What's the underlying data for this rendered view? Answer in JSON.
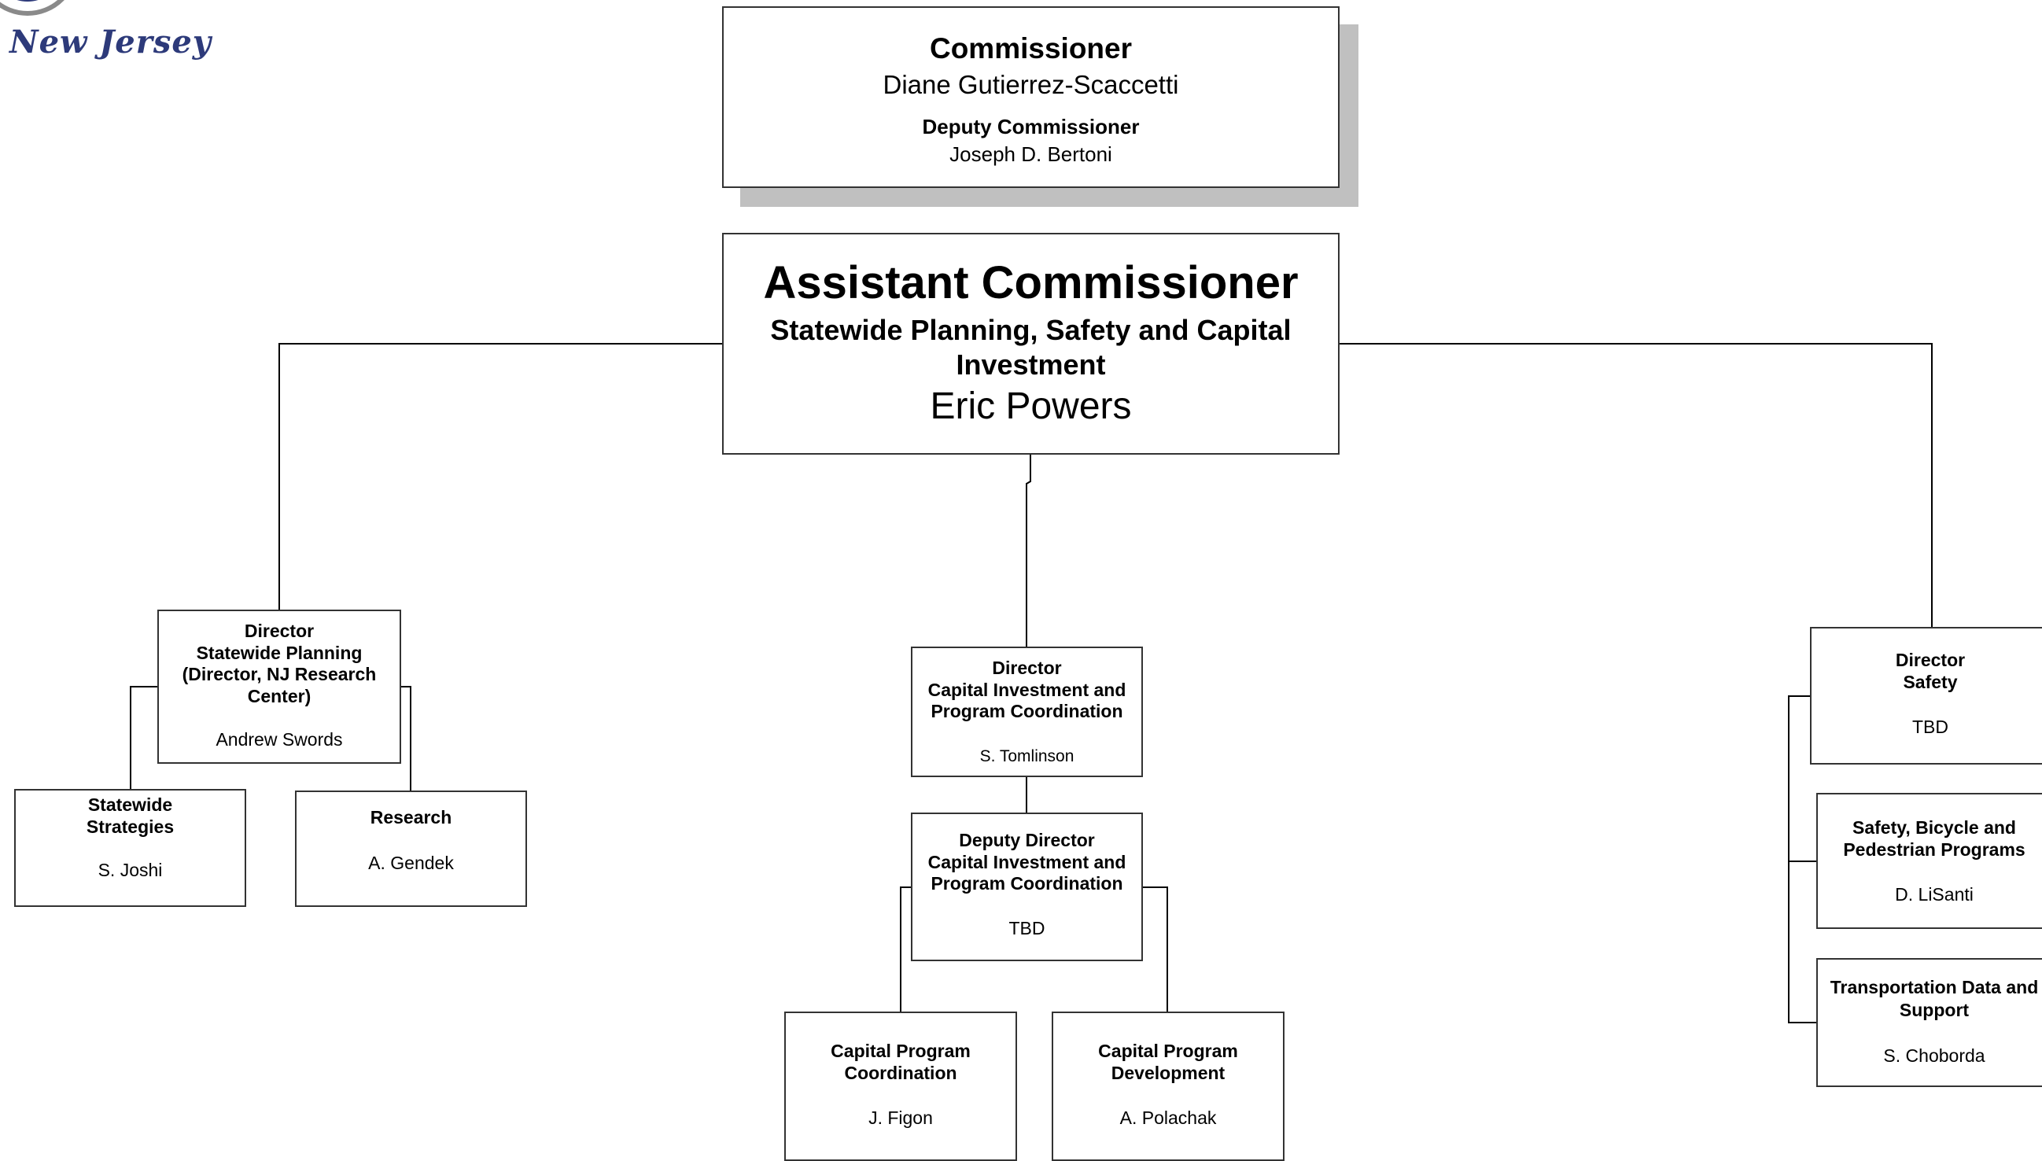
{
  "logo": {
    "text": "New Jersey"
  },
  "commissioner": {
    "title": "Commissioner",
    "name": "Diane Gutierrez-Scaccetti",
    "deputy_title": "Deputy Commissioner",
    "deputy_name": "Joseph D. Bertoni"
  },
  "assistant_commissioner": {
    "title": "Assistant Commissioner",
    "division_line1": "Statewide Planning, Safety and Capital",
    "division_line2": "Investment",
    "name": "Eric Powers"
  },
  "statewide_planning": {
    "title": "Director",
    "line1": "Statewide Planning",
    "line2": "(Director, NJ Research",
    "line3": "Center)",
    "name": "Andrew Swords"
  },
  "statewide_strategies": {
    "line1": "Statewide",
    "line2": "Strategies",
    "name": "S. Joshi"
  },
  "research": {
    "title": "Research",
    "name": "A. Gendek"
  },
  "capital_director": {
    "title": "Director",
    "line1": "Capital Investment and",
    "line2": "Program Coordination",
    "name": "S. Tomlinson"
  },
  "capital_deputy": {
    "title": "Deputy Director",
    "line1": "Capital Investment and",
    "line2": "Program Coordination",
    "name": "TBD"
  },
  "cap_prog_coord": {
    "line1": "Capital Program",
    "line2": "Coordination",
    "name": "J. Figon"
  },
  "cap_prog_dev": {
    "line1": "Capital Program",
    "line2": "Development",
    "name": "A. Polachak"
  },
  "safety_director": {
    "title": "Director",
    "line1": "Safety",
    "name": "TBD"
  },
  "safety_bike_ped": {
    "line1": "Safety, Bicycle and",
    "line2": "Pedestrian Programs",
    "name": "D. LiSanti"
  },
  "trans_data": {
    "line1": "Transportation Data and",
    "line2": "Support",
    "name": "S. Choborda"
  }
}
